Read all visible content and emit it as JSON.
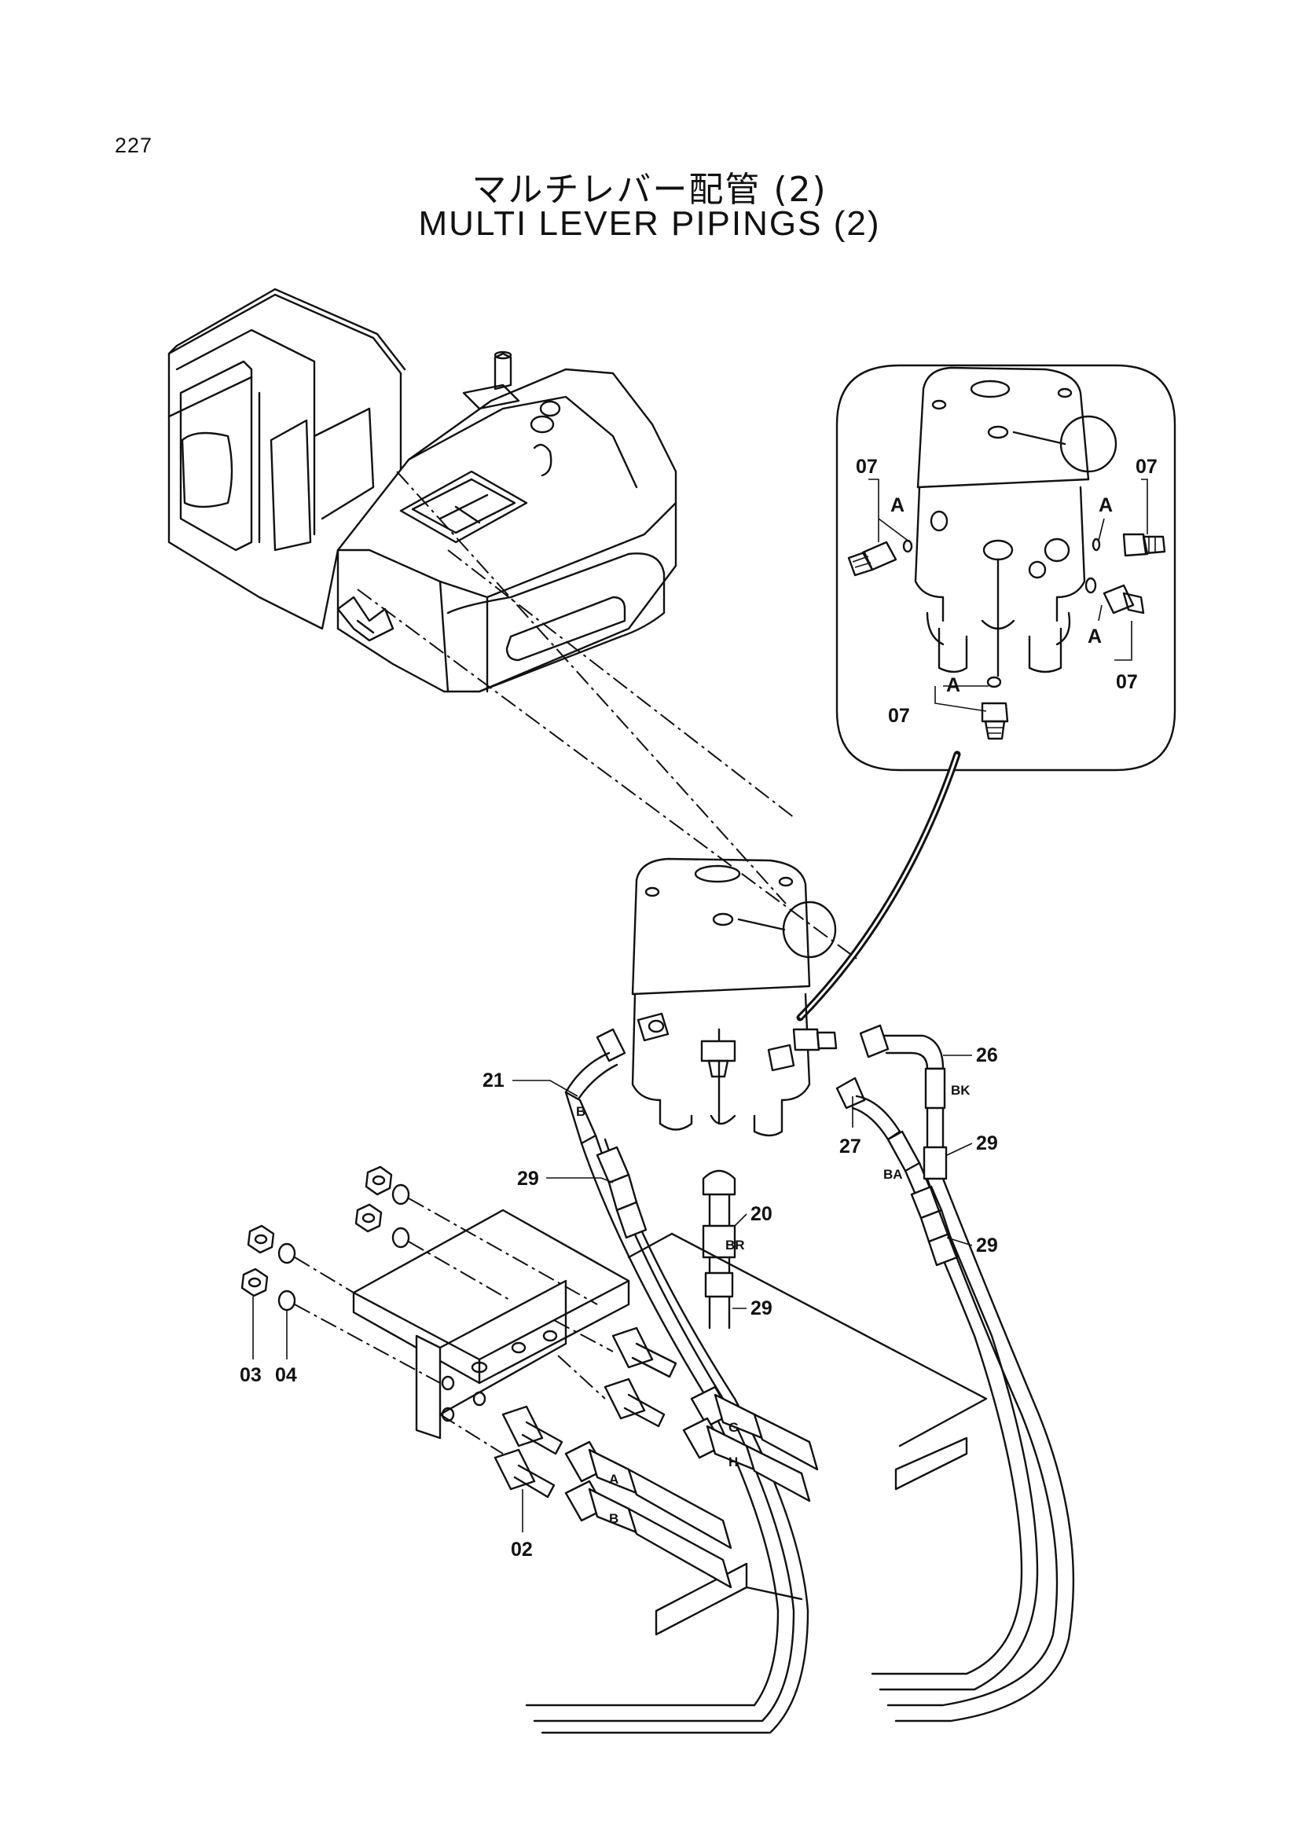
{
  "page_number": "227",
  "title_jp": "マルチレバー配管 (2)",
  "title_en": "MULTI LEVER PIPINGS (2)",
  "callouts": {
    "detail_07_ul": "07",
    "detail_07_ur": "07",
    "detail_07_r": "07",
    "detail_07_b": "07",
    "detail_a1": "A",
    "detail_a2": "A",
    "detail_a3": "A",
    "detail_a4": "A",
    "c02": "02",
    "c03": "03",
    "c04": "04",
    "c20": "20",
    "c21": "21",
    "c26": "26",
    "c27": "27",
    "c29a": "29",
    "c29b": "29",
    "c29c": "29",
    "c29d": "29"
  },
  "hose_marks": {
    "b_upper": "B",
    "br": "BR",
    "ba": "BA",
    "bk": "BK",
    "g": "G",
    "h": "H",
    "a": "A",
    "b_lower": "B"
  }
}
